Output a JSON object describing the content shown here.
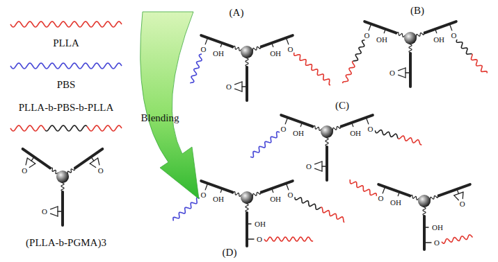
{
  "diagram": {
    "nodes": [
      {
        "text": [
          "Blending"
        ]
      }
    ],
    "labels": [
      "PLLA",
      "PBS",
      "PLLA-b-PBS-b-PLLA",
      "(PLLA-b-PGMA)3",
      "O",
      "O",
      "O",
      "(A)",
      "OH",
      "O",
      "OH",
      "O",
      "O",
      "(B)",
      "OH",
      "O",
      "OH",
      "O",
      "O",
      "(C)",
      "OH",
      "O",
      "OH",
      "O",
      "O",
      "(D)",
      "OH",
      "O",
      "OH",
      "O",
      "OH",
      "O",
      "OH",
      "O",
      "O",
      "OH",
      "O"
    ]
  }
}
